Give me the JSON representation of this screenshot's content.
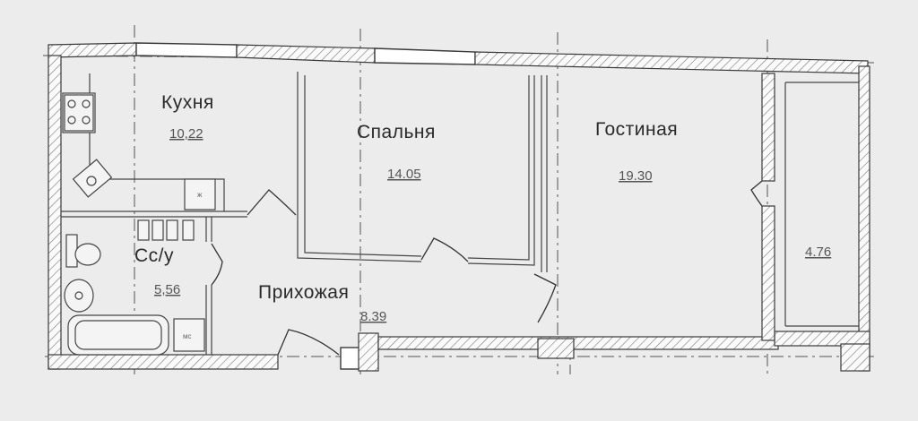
{
  "rooms": [
    {
      "name": "Кухня",
      "area": "10,22"
    },
    {
      "name": "Спальня",
      "area": "14.05"
    },
    {
      "name": "Гостиная",
      "area": "19.30"
    },
    {
      "name": "Сс/у",
      "area": "5,56"
    },
    {
      "name": "Прихожая",
      "area": "8.39"
    },
    {
      "name": "",
      "area": "4.76"
    }
  ],
  "fixture_marks": {
    "stove": "ж",
    "washer": "мс"
  },
  "colors": {
    "paper": "#ececec",
    "ink": "#3a3a3a",
    "wall_fill": "#ffffff"
  }
}
